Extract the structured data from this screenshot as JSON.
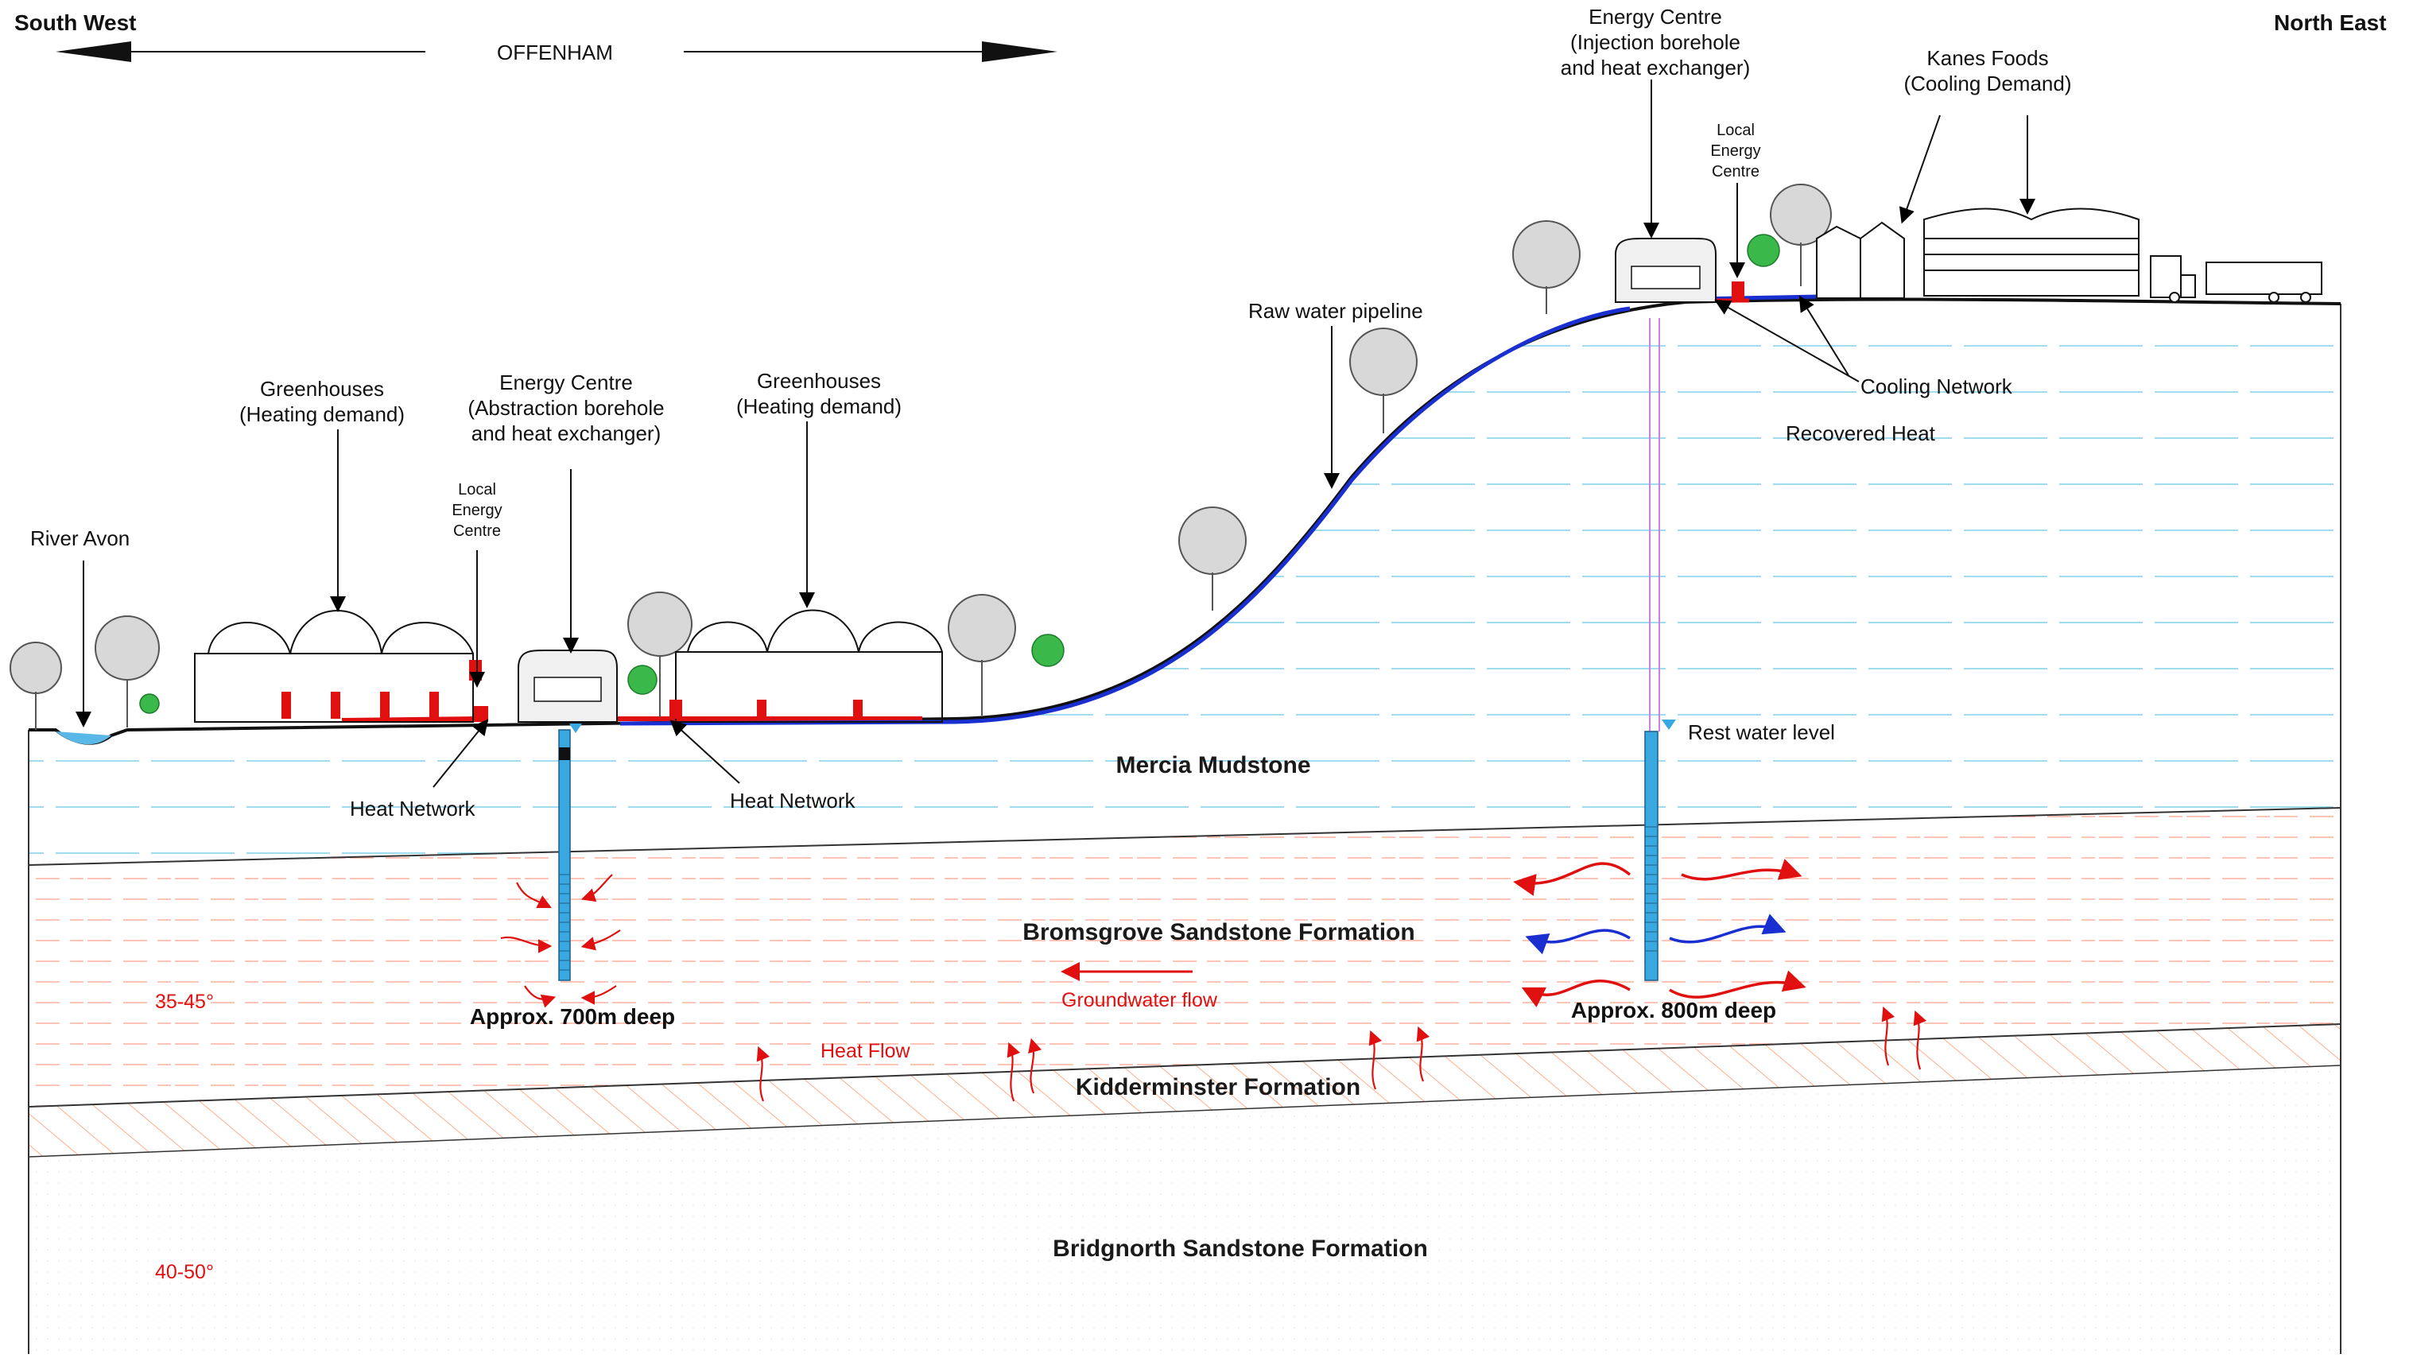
{
  "compass": {
    "left": "South West",
    "right": "North East",
    "center": "OFFENHAM"
  },
  "labels": {
    "river": "River Avon",
    "greenhouses_1": [
      "Greenhouses",
      "(Heating demand)"
    ],
    "greenhouses_2": [
      "Greenhouses",
      "(Heating demand)"
    ],
    "local_energy_1": [
      "Local",
      "Energy",
      "Centre"
    ],
    "energy_centre_1": [
      "Energy Centre",
      "(Abstraction borehole",
      "and heat exchanger)"
    ],
    "heat_network_1": "Heat Network",
    "heat_network_2": "Heat Network",
    "raw_pipeline": "Raw water pipeline",
    "energy_centre_2": [
      "Energy Centre",
      "(Injection borehole",
      "and heat exchanger)"
    ],
    "local_energy_2": [
      "Local",
      "Energy",
      "Centre"
    ],
    "kanes": [
      "Kanes Foods",
      "(Cooling Demand)"
    ],
    "cooling_network": "Cooling Network",
    "recovered_heat": "Recovered Heat",
    "rest_water": "Rest water level",
    "depth_1": "Approx. 700m deep",
    "depth_2": "Approx. 800m deep",
    "groundwater_flow": "Groundwater flow",
    "heat_flow": "Heat Flow",
    "temp_1": "35-45°",
    "temp_2": "40-50°"
  },
  "formations": {
    "mercia": "Mercia Mudstone",
    "bromsgrove": "Bromsgrove Sandstone Formation",
    "kidderminster": "Kidderminster Formation",
    "bridgnorth": "Bridgnorth Sandstone Formation"
  },
  "colors": {
    "heat": "#e01010",
    "cool": "#1a2fd0",
    "water_line": "#7fd0ea",
    "borehole": "#3aa8e0",
    "injection_pipe": "#d080e0",
    "hatch": "#ff8a5c"
  }
}
